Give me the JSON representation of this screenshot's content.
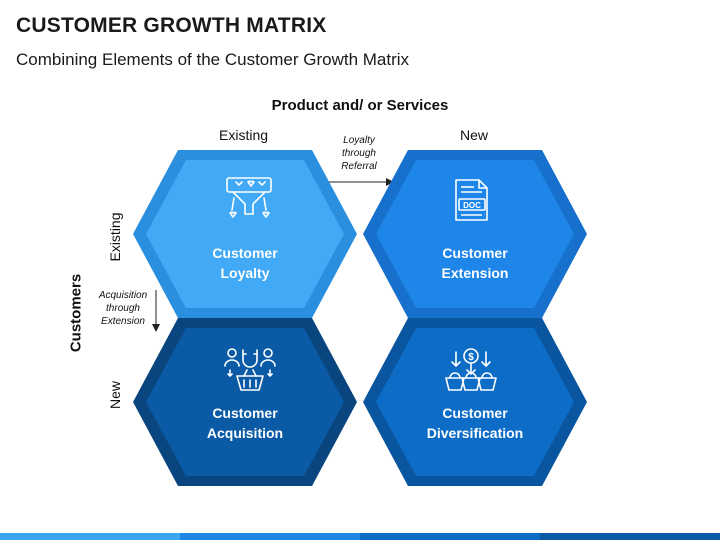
{
  "title": "CUSTOMER GROWTH MATRIX",
  "subtitle": "Combining Elements of the Customer Growth Matrix",
  "axes": {
    "top_title": "Product and/ or Services",
    "top_existing": "Existing",
    "top_new": "New",
    "left_title": "Customers",
    "left_existing": "Existing",
    "left_new": "New"
  },
  "notes": {
    "loyalty_referral": [
      "Loyalty",
      "through",
      "Referral"
    ],
    "acquisition_extension": [
      "Acquisition",
      "through",
      "Extension"
    ]
  },
  "cells": [
    {
      "line1": "Customer",
      "line2": "Loyalty",
      "icon": "loyalty-funnel-icon",
      "fill": "#41a9f5",
      "edge": "#2b8fe0"
    },
    {
      "line1": "Customer",
      "line2": "Extension",
      "icon": "document-icon",
      "fill": "#1e86e8",
      "edge": "#1670cc"
    },
    {
      "line1": "Customer",
      "line2": "Acquisition",
      "icon": "magnet-acquisition-icon",
      "fill": "#0b5aa5",
      "edge": "#09467f"
    },
    {
      "line1": "Customer",
      "line2": "Diversification",
      "icon": "basket-diversification-icon",
      "fill": "#0d6cc6",
      "edge": "#0a55a0"
    }
  ],
  "bottom_bar_colors": [
    "#3aa6f2",
    "#1f86e6",
    "#0d6cc6",
    "#0b5aa5"
  ]
}
